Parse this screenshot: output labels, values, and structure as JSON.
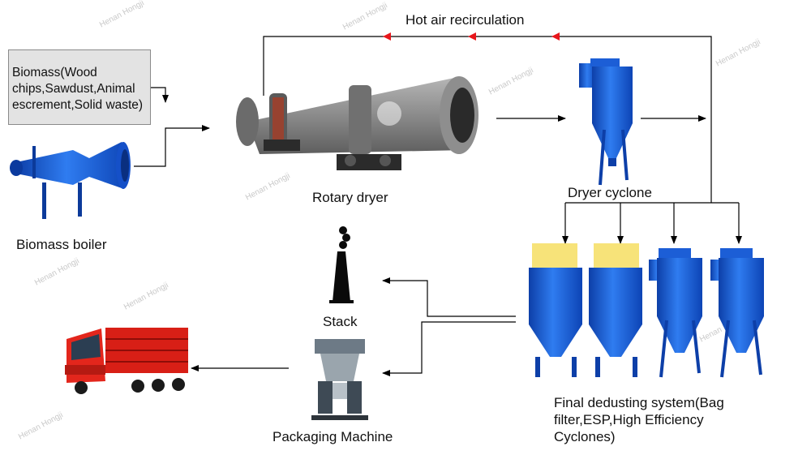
{
  "diagram": {
    "top_flow_label": "Hot air recirculation",
    "input_label": "Biomass(Wood chips,Sawdust,Animal escrement,Solid waste)",
    "boiler_label": "Biomass boiler",
    "dryer_label": "Rotary dryer",
    "cyclone_label": "Dryer cyclone",
    "stack_label": "Stack",
    "packaging_label": "Packaging Machine",
    "dedusting_label": "Final dedusting system(Bag filter,ESP,High Efficiency Cyclones)",
    "watermark": "Henan Hongji"
  },
  "colors": {
    "equipment_blue": "#1b5fd6",
    "dryer_gray": "#8c8c8c",
    "truck_red": "#e3261c",
    "arrow_red": "#e8161b",
    "line": "#000000"
  }
}
